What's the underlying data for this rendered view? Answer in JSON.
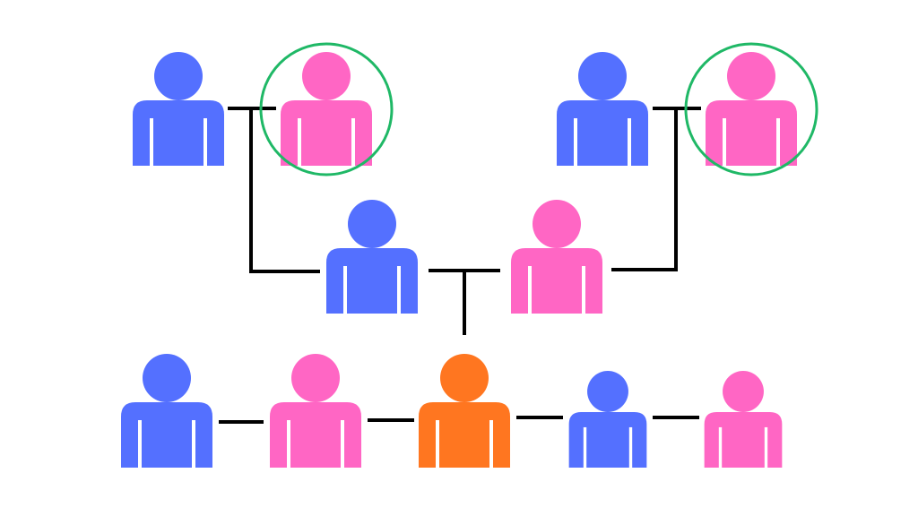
{
  "colors": {
    "background": "#ffffff",
    "male": "#5470FF",
    "female": "#FF66C4",
    "focus": "#FF7620",
    "connector": "#000000",
    "highlight_ring": "#1FB866"
  },
  "legend_roles": {
    "male": "person-blue",
    "female": "person-pink",
    "focus": "person-orange"
  },
  "people": [
    {
      "id": "gp1-male",
      "gender": "male",
      "generation": 1,
      "highlighted": false
    },
    {
      "id": "gp1-female",
      "gender": "female",
      "generation": 1,
      "highlighted": true
    },
    {
      "id": "gp2-male",
      "gender": "male",
      "generation": 1,
      "highlighted": false
    },
    {
      "id": "gp2-female",
      "gender": "female",
      "generation": 1,
      "highlighted": true
    },
    {
      "id": "parent-male",
      "gender": "male",
      "generation": 2,
      "highlighted": false
    },
    {
      "id": "parent-female",
      "gender": "female",
      "generation": 2,
      "highlighted": false
    },
    {
      "id": "sibling-1",
      "gender": "male",
      "generation": 3,
      "highlighted": false
    },
    {
      "id": "sibling-2",
      "gender": "female",
      "generation": 3,
      "highlighted": false
    },
    {
      "id": "focus-person",
      "gender": "focus",
      "generation": 3,
      "highlighted": false
    },
    {
      "id": "sibling-3",
      "gender": "male",
      "generation": 3,
      "highlighted": false
    },
    {
      "id": "sibling-4",
      "gender": "female",
      "generation": 3,
      "highlighted": false
    }
  ],
  "relations": [
    {
      "type": "couple",
      "members": [
        "gp1-male",
        "gp1-female"
      ]
    },
    {
      "type": "couple",
      "members": [
        "gp2-male",
        "gp2-female"
      ]
    },
    {
      "type": "child-of",
      "child": "parent-male",
      "parents": [
        "gp1-male",
        "gp1-female"
      ]
    },
    {
      "type": "child-of",
      "child": "parent-female",
      "parents": [
        "gp2-male",
        "gp2-female"
      ]
    },
    {
      "type": "couple",
      "members": [
        "parent-male",
        "parent-female"
      ]
    },
    {
      "type": "child-of",
      "child": "focus-person",
      "parents": [
        "parent-male",
        "parent-female"
      ]
    },
    {
      "type": "sibling-chain",
      "members": [
        "sibling-1",
        "sibling-2",
        "focus-person",
        "sibling-3",
        "sibling-4"
      ]
    }
  ]
}
